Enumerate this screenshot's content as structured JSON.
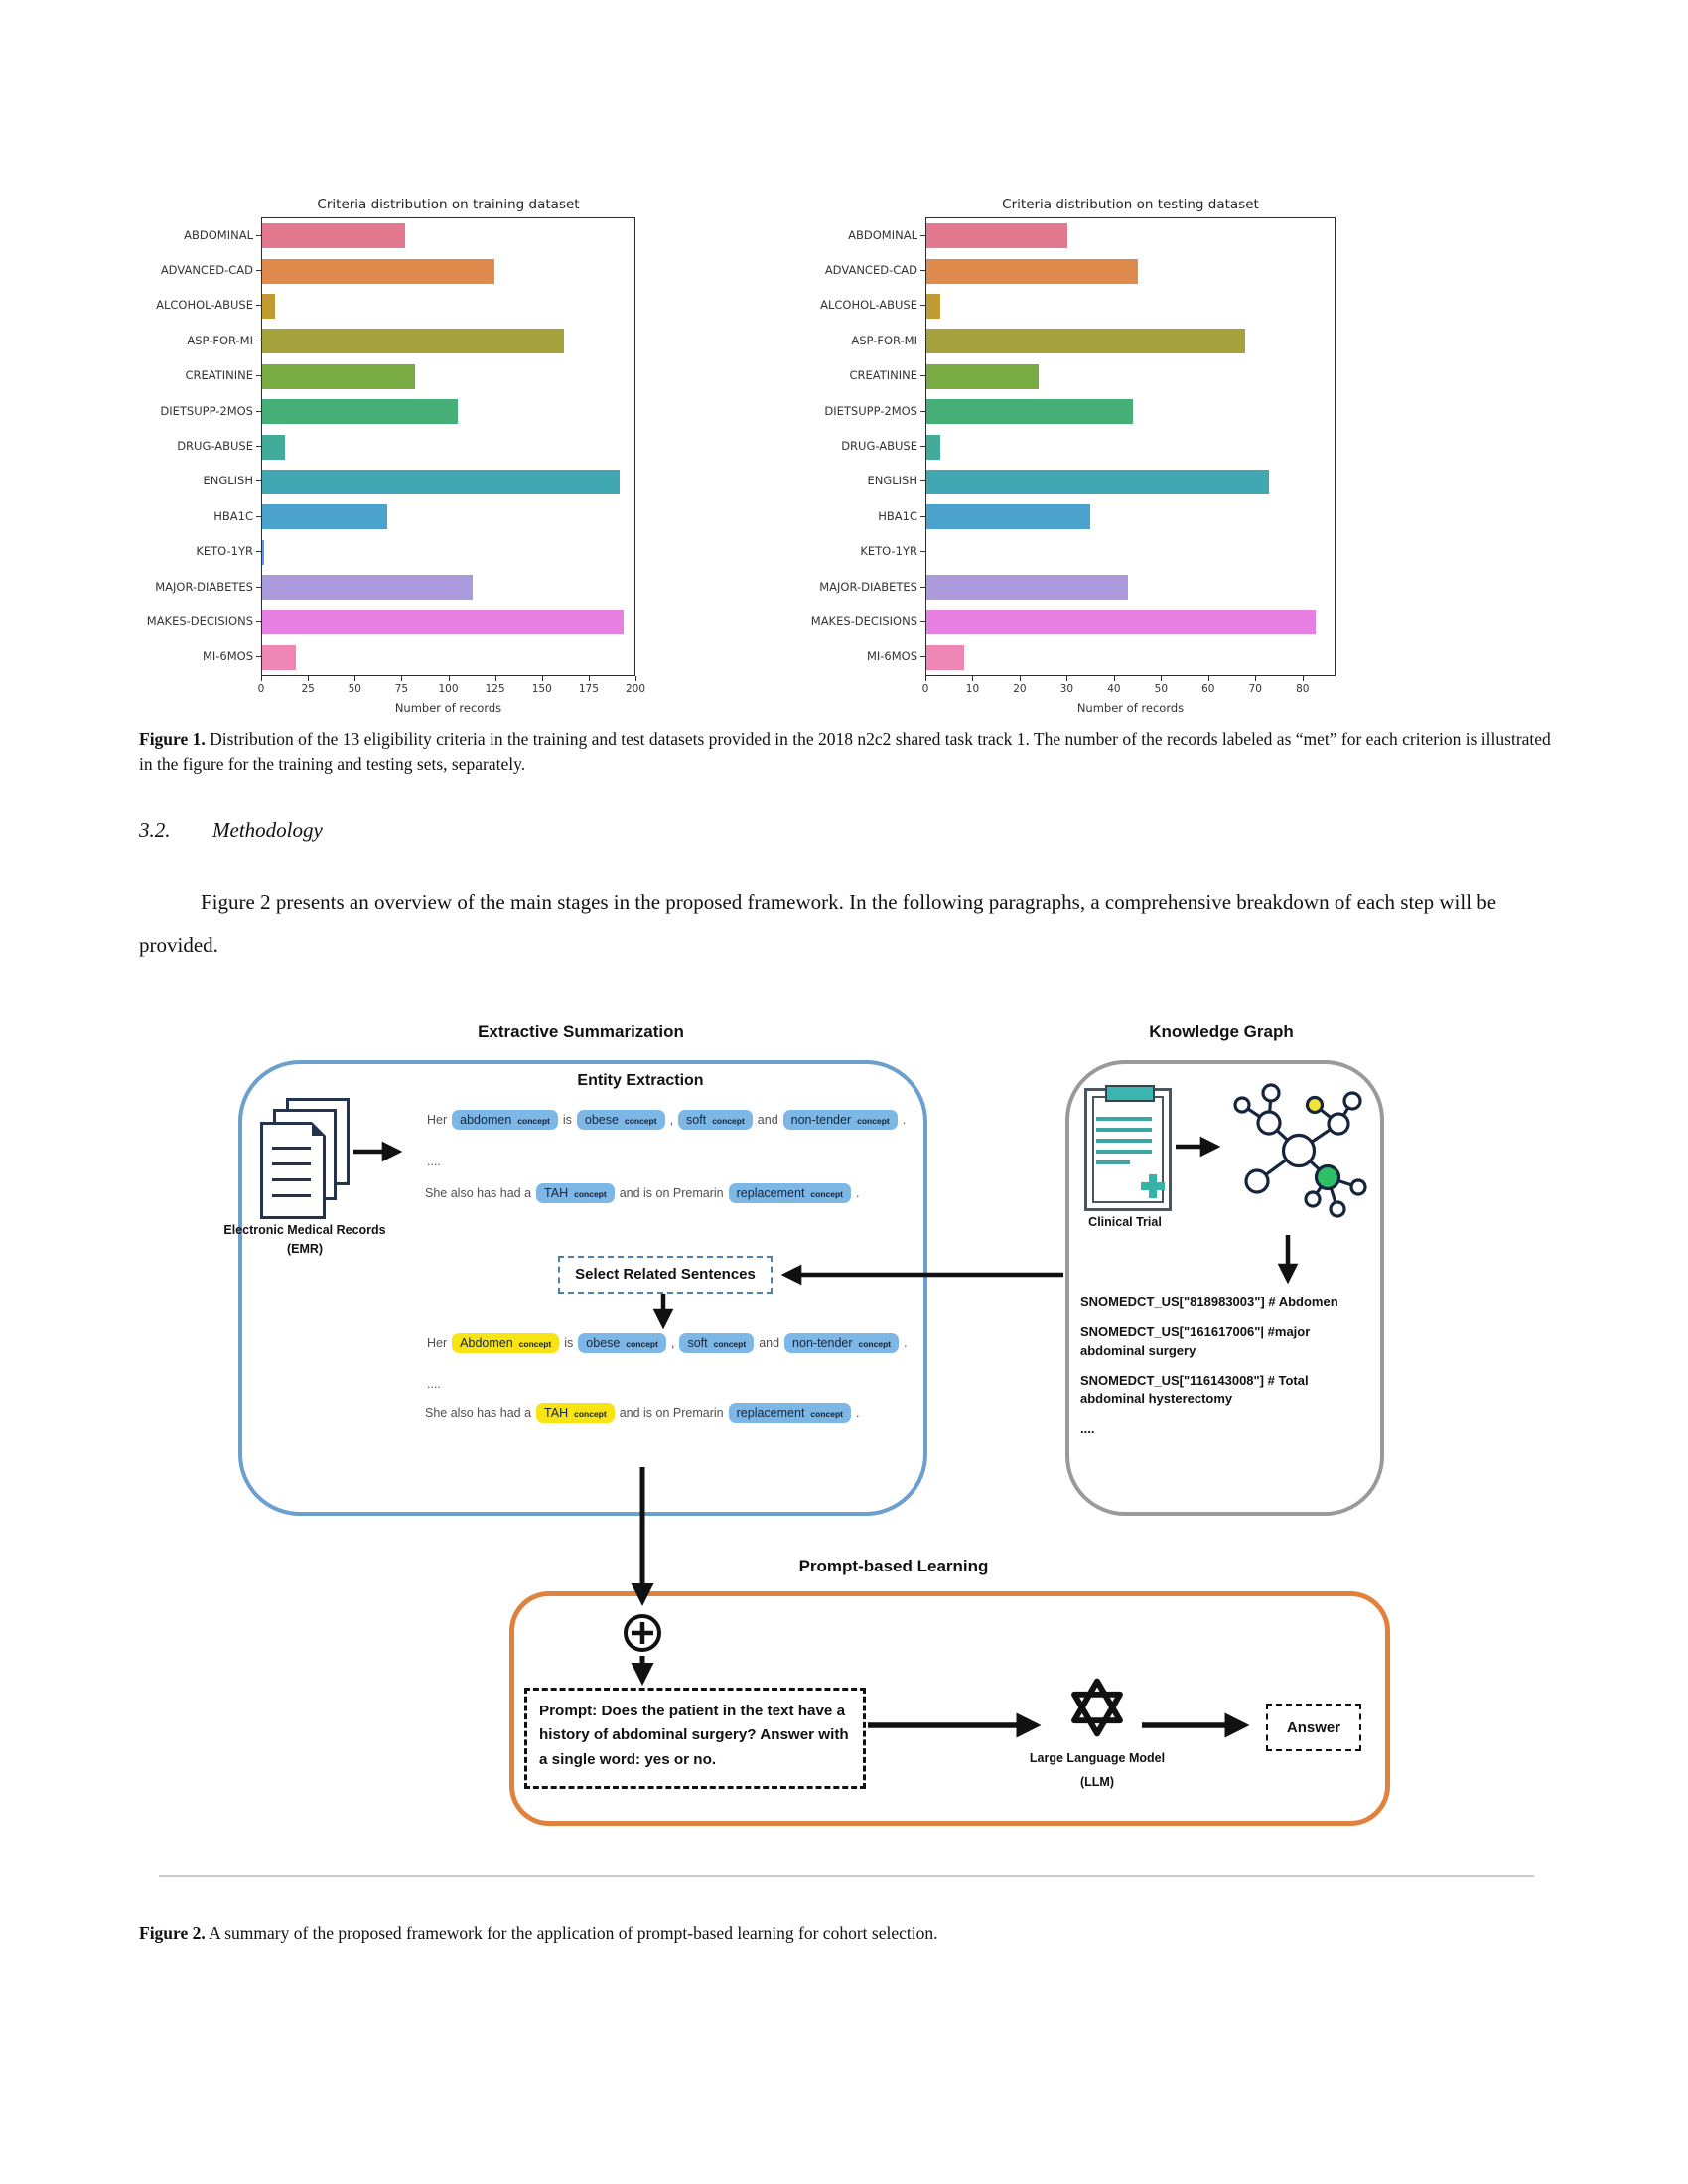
{
  "figure1": {
    "caption_label": "Figure 1.",
    "caption_text": " Distribution of the 13 eligibility criteria in the training and test datasets provided in the 2018 n2c2 shared task track 1. The number of the records labeled as “met” for each criterion is illustrated in the figure for the training and testing sets, separately."
  },
  "section_heading": {
    "number": "3.2.",
    "title": "Methodology"
  },
  "body_paragraph": "Figure 2 presents an overview of the main stages in the proposed framework. In the following paragraphs, a comprehensive breakdown of each step will be provided.",
  "chart_data": [
    {
      "type": "bar",
      "orientation": "horizontal",
      "title": "Criteria distribution on training dataset",
      "xlabel": "Number of records",
      "categories": [
        "ABDOMINAL",
        "ADVANCED-CAD",
        "ALCOHOL-ABUSE",
        "ASP-FOR-MI",
        "CREATININE",
        "DIETSUPP-2MOS",
        "DRUG-ABUSE",
        "ENGLISH",
        "HBA1C",
        "KETO-1YR",
        "MAJOR-DIABETES",
        "MAKES-DECISIONS",
        "MI-6MOS"
      ],
      "values": [
        77,
        125,
        7,
        162,
        82,
        105,
        12,
        192,
        67,
        1,
        113,
        194,
        18
      ],
      "xticks": [
        0,
        25,
        50,
        75,
        100,
        125,
        150,
        175,
        200
      ],
      "xlim": [
        0,
        200
      ],
      "grid": false,
      "bar_colors": [
        "#e2798f",
        "#e08b4e",
        "#c19c33",
        "#a4a23c",
        "#79ab43",
        "#46ae77",
        "#43ab9a",
        "#41a7b3",
        "#4aa2cd",
        "#5b9df0",
        "#ab9bdd",
        "#e87fe3",
        "#ef87b5"
      ]
    },
    {
      "type": "bar",
      "orientation": "horizontal",
      "title": "Criteria distribution on testing dataset",
      "xlabel": "Number of records",
      "categories": [
        "ABDOMINAL",
        "ADVANCED-CAD",
        "ALCOHOL-ABUSE",
        "ASP-FOR-MI",
        "CREATININE",
        "DIETSUPP-2MOS",
        "DRUG-ABUSE",
        "ENGLISH",
        "HBA1C",
        "KETO-1YR",
        "MAJOR-DIABETES",
        "MAKES-DECISIONS",
        "MI-6MOS"
      ],
      "values": [
        30,
        45,
        3,
        68,
        24,
        44,
        3,
        73,
        35,
        0,
        43,
        83,
        8
      ],
      "xticks": [
        0,
        10,
        20,
        30,
        40,
        50,
        60,
        70,
        80
      ],
      "xlim": [
        0,
        87
      ],
      "grid": false,
      "bar_colors": [
        "#e2798f",
        "#e08b4e",
        "#c19c33",
        "#a4a23c",
        "#79ab43",
        "#46ae77",
        "#43ab9a",
        "#41a7b3",
        "#4aa2cd",
        "#5b9df0",
        "#ab9bdd",
        "#e87fe3",
        "#ef87b5"
      ]
    }
  ],
  "diagram": {
    "extractive": {
      "title": "Extractive Summarization",
      "entity_extraction_heading": "Entity Extraction",
      "emr_label": [
        "Electronic Medical Records",
        "(EMR)"
      ],
      "select_button": "Select Related Sentences",
      "chip_tag": "concept",
      "block1": [
        [
          {
            "t": "w",
            "v": "Her"
          },
          {
            "t": "c",
            "v": "abdomen",
            "s": "blue"
          },
          {
            "t": "w",
            "v": "is"
          },
          {
            "t": "c",
            "v": "obese",
            "s": "blue"
          },
          {
            "t": "w",
            "v": ","
          },
          {
            "t": "c",
            "v": "soft",
            "s": "blue"
          },
          {
            "t": "w",
            "v": "and"
          },
          {
            "t": "c",
            "v": "non-tender",
            "s": "blue"
          },
          {
            "t": "w",
            "v": "."
          }
        ],
        [
          {
            "t": "w",
            "v": "...."
          }
        ],
        [
          {
            "t": "w",
            "v": "She also has had a"
          },
          {
            "t": "c",
            "v": "TAH",
            "s": "blue"
          },
          {
            "t": "w",
            "v": "and is on Premarin"
          },
          {
            "t": "c",
            "v": "replacement",
            "s": "blue"
          },
          {
            "t": "w",
            "v": "."
          }
        ]
      ],
      "block2": [
        [
          {
            "t": "w",
            "v": "Her"
          },
          {
            "t": "c",
            "v": "Abdomen",
            "s": "yellow"
          },
          {
            "t": "w",
            "v": "is"
          },
          {
            "t": "c",
            "v": "obese",
            "s": "blue"
          },
          {
            "t": "w",
            "v": ","
          },
          {
            "t": "c",
            "v": "soft",
            "s": "blue"
          },
          {
            "t": "w",
            "v": "and"
          },
          {
            "t": "c",
            "v": "non-tender",
            "s": "blue"
          },
          {
            "t": "w",
            "v": "."
          }
        ],
        [
          {
            "t": "w",
            "v": "...."
          }
        ],
        [
          {
            "t": "w",
            "v": "She also has had a"
          },
          {
            "t": "c",
            "v": "TAH",
            "s": "yellow"
          },
          {
            "t": "w",
            "v": "and is on Premarin"
          },
          {
            "t": "c",
            "v": "replacement",
            "s": "blue"
          },
          {
            "t": "w",
            "v": "."
          }
        ]
      ]
    },
    "knowledge_graph": {
      "title": "Knowledge Graph",
      "clinical_trial_label": "Clinical Trial",
      "snomed_lines": [
        "SNOMEDCT_US[\"818983003\"] # Abdomen",
        "SNOMEDCT_US[\"161617006\"| #major abdominal surgery",
        "SNOMEDCT_US[\"116143008\"] # Total abdominal hysterectomy",
        "...."
      ]
    },
    "prompt_learning": {
      "title": "Prompt-based Learning",
      "prompt_label": "Prompt:",
      "prompt_body": " Does the patient in the text have a history of abdominal surgery? Answer with a single word: yes or no.",
      "llm_label": [
        "Large Language Model",
        "(LLM)"
      ],
      "answer_label": "Answer"
    },
    "colors": {
      "extractive_border": "#6a9fce",
      "knowledge_border": "#9a9a9a",
      "prompt_border": "#e0813c",
      "chip_blue": "#7cb7e6",
      "chip_yellow": "#f8e413",
      "teal_icon": "#3ab5b0",
      "node_yellow": "#f2e437",
      "node_green": "#2fbf66"
    }
  },
  "figure2": {
    "caption_label": "Figure 2.",
    "caption_text": " A summary of the proposed framework for the application of prompt-based learning for cohort selection."
  }
}
